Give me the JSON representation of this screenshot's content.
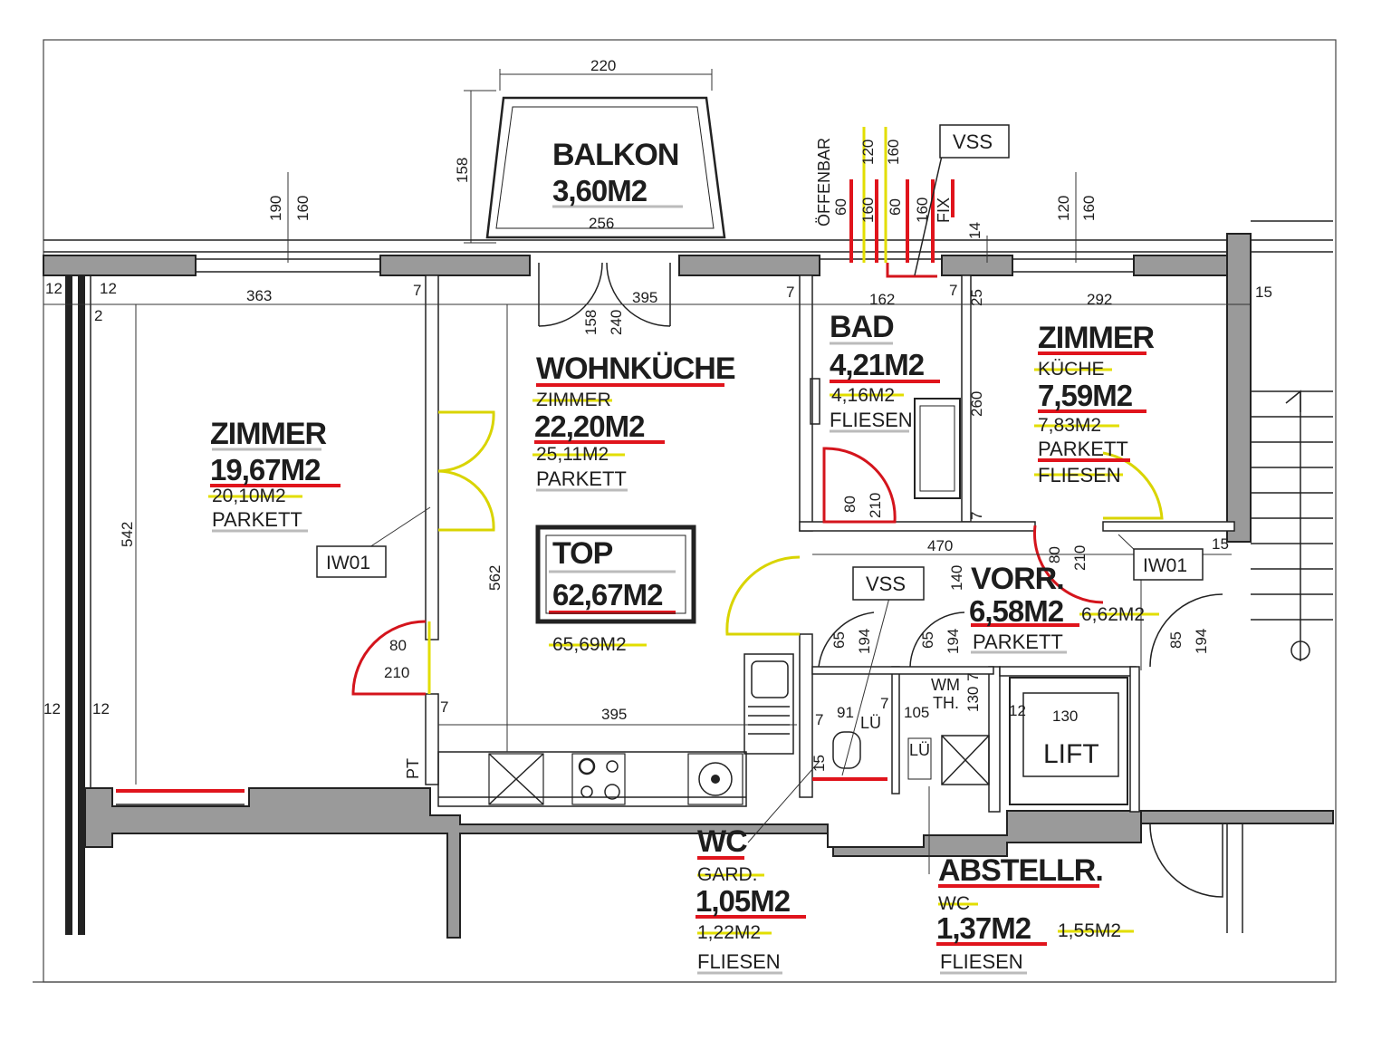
{
  "rooms": {
    "balkon": {
      "name": "BALKON",
      "area": "3,60M2"
    },
    "wohnkueche": {
      "name": "WOHNKÜCHE",
      "old_name": "ZIMMER",
      "area": "22,20M2",
      "old_area": "25,11M2",
      "floor": "PARKETT"
    },
    "zimmer_left": {
      "name": "ZIMMER",
      "area": "19,67M2",
      "old_area": "20,10M2",
      "floor": "PARKETT"
    },
    "bad": {
      "name": "BAD",
      "area": "4,21M2",
      "old_area": "4,16M2",
      "floor": "FLIESEN"
    },
    "zimmer_right": {
      "name": "ZIMMER",
      "old_name": "KÜCHE",
      "area": "7,59M2",
      "old_area": "7,83M2",
      "floor": "PARKETT",
      "old_floor": "FLIESEN"
    },
    "top": {
      "name": "TOP",
      "area": "62,67M2",
      "old_area": "65,69M2"
    },
    "vorr": {
      "name": "VORR.",
      "area": "6,58M2",
      "old_area": "6,62M2",
      "floor": "PARKETT"
    },
    "wc": {
      "name": "WC",
      "old_name": "GARD.",
      "area": "1,05M2",
      "old_area": "1,22M2",
      "floor": "FLIESEN"
    },
    "abstellr": {
      "name": "ABSTELLR.",
      "old_name": "WC",
      "area": "1,37M2",
      "old_area": "1,55M2",
      "floor": "FLIESEN"
    },
    "lift": {
      "name": "LIFT"
    }
  },
  "labels": {
    "vss_top": "VSS",
    "vss_mid": "VSS",
    "iw01_left": "IW01",
    "iw01_right": "IW01",
    "oeffenbar": "ÖFFENBAR",
    "fix": "FIX",
    "wm": "WM",
    "th": "TH.",
    "lue1": "LÜ",
    "lue2": "LÜ",
    "pt": "PT"
  },
  "dimensions": {
    "balkon_width_top": "220",
    "balkon_width_bottom": "256",
    "balkon_depth": "158",
    "w1_a": "190",
    "w1_b": "160",
    "w2_a": "120",
    "w2_b": "160",
    "bath_w1": "60",
    "bath_w2": "160",
    "bath_w3": "60",
    "bath_w4": "160",
    "bath_w5": "120",
    "bath_w6": "160",
    "d14": "14",
    "d12a": "12",
    "d12b": "12",
    "d2": "2",
    "d363": "363",
    "d7a": "7",
    "d395_top": "395",
    "d158": "158",
    "d240": "240",
    "d7b": "7",
    "d162": "162",
    "d7c": "7",
    "d25": "25",
    "d292": "292",
    "d15a": "15",
    "d260": "260",
    "d7d": "7",
    "d542": "542",
    "d562": "562",
    "d80a": "80",
    "d210a": "210",
    "d80b": "80",
    "d210b": "210",
    "d470": "470",
    "d80c": "80",
    "d210c": "210",
    "d15b": "15",
    "d140": "140",
    "d65a": "65",
    "d194a": "194",
    "d65b": "65",
    "d194b": "194",
    "d85": "85",
    "d194c": "194",
    "d12c": "12",
    "d12d": "12",
    "d7e": "7",
    "d395_bottom": "395",
    "d7f": "7",
    "d91": "91",
    "d7g": "7",
    "d105": "105",
    "d130a": "130",
    "d7h": "7",
    "d12e": "12",
    "d130b": "130",
    "d15c": "15"
  }
}
